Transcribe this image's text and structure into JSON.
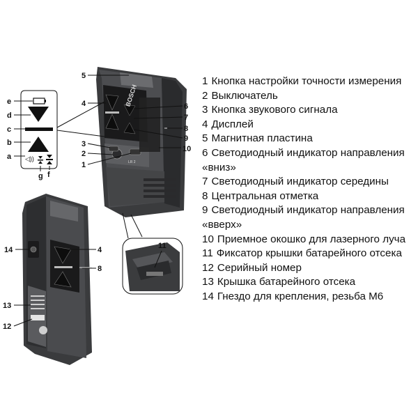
{
  "legend": [
    {
      "num": "1",
      "text": "Кнопка настройки точности измерения"
    },
    {
      "num": "2",
      "text": "Выключатель"
    },
    {
      "num": "3",
      "text": "Кнопка звукового сигнала"
    },
    {
      "num": "4",
      "text": "Дисплей"
    },
    {
      "num": "5",
      "text": "Магнитная пластина"
    },
    {
      "num": "6",
      "text": "Светодиодный индикатор направления «вниз»"
    },
    {
      "num": "7",
      "text": "Светодиодный индикатор середины"
    },
    {
      "num": "8",
      "text": "Центральная отметка"
    },
    {
      "num": "9",
      "text": "Светодиодный индикатор направления «вверх»"
    },
    {
      "num": "10",
      "text": "Приемное окошко для лазерного луча"
    },
    {
      "num": "11",
      "text": "Фиксатор крышки батарейного отсека"
    },
    {
      "num": "12",
      "text": "Серийный номер"
    },
    {
      "num": "13",
      "text": "Крышка батарейного отсека"
    },
    {
      "num": "14",
      "text": "Гнездо для крепления, резьба M6"
    }
  ],
  "callouts": {
    "front": [
      "5",
      "4",
      "3",
      "2",
      "1",
      "6",
      "7",
      "8",
      "9",
      "10"
    ],
    "display": [
      "e",
      "d",
      "c",
      "b",
      "a",
      "g",
      "f"
    ],
    "back": [
      "14",
      "4",
      "8",
      "13",
      "12"
    ],
    "detail": [
      "11"
    ]
  },
  "device_text": {
    "brand": "BOSCH",
    "model": "LR 2"
  }
}
